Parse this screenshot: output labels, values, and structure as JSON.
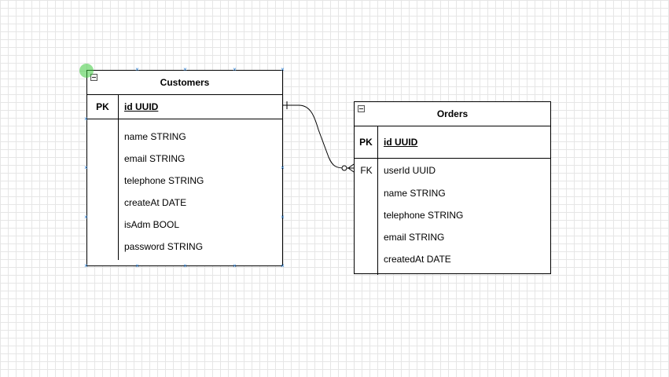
{
  "entities": {
    "customers": {
      "title": "Customers",
      "pk": {
        "key": "PK",
        "field": "id UUID"
      },
      "fields": [
        "name STRING",
        "email STRING",
        "telephone STRING",
        "createAt DATE",
        "isAdm BOOL",
        "password STRING"
      ]
    },
    "orders": {
      "title": "Orders",
      "pk": {
        "key": "PK",
        "field": "id UUID"
      },
      "fk": {
        "key": "FK",
        "field": "userId UUID"
      },
      "fields": [
        "name STRING",
        "telephone STRING",
        "email STRING",
        "createdAt DATE"
      ]
    }
  },
  "relationship": {
    "from": "customers",
    "to": "orders",
    "from_cardinality": "one",
    "to_cardinality": "zero-or-many"
  }
}
